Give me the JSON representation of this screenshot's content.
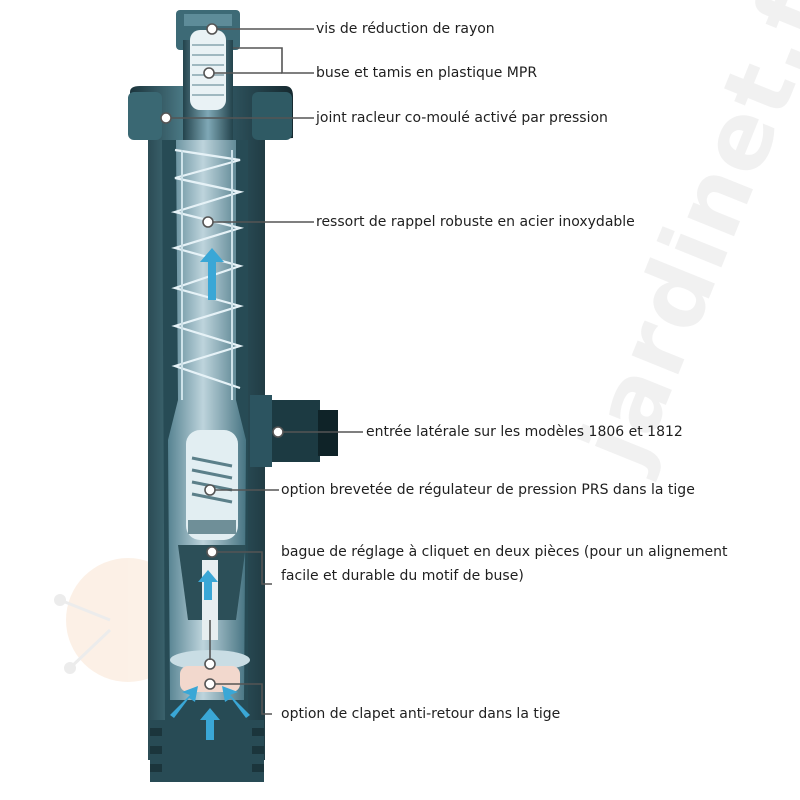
{
  "callouts": {
    "c1": "vis de réduction de rayon",
    "c2": "buse et tamis  en plastique MPR",
    "c3": "joint racleur co-moulé activé par pression",
    "c4": "ressort de rappel robuste en acier inoxydable",
    "c5": "entrée latérale sur les modèles 1806 et 1812",
    "c6": "option brevetée de régulateur de pression PRS dans la tige",
    "c7": "bague de réglage à cliquet en deux pièces (pour un alignement facile et durable du motif de buse)",
    "c8": "option de clapet anti-retour dans la tige"
  },
  "watermark": "jardinet.fr",
  "colors": {
    "body_dark": "#1e3b44",
    "body_mid": "#3f6f7b",
    "inner": "#9fc3d2",
    "arrow": "#3aa7d6"
  }
}
